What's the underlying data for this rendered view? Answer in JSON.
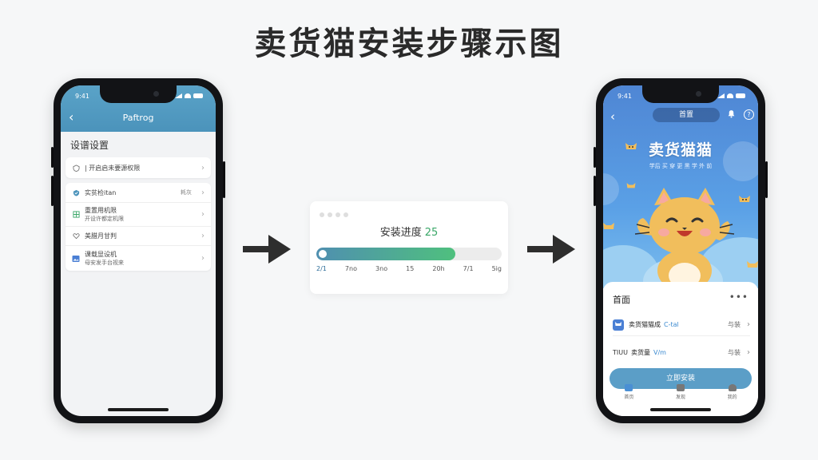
{
  "page_title": "卖货猫安装步骤示图",
  "left_phone": {
    "status_time": "9:41",
    "nav_title": "Paftrog",
    "back": "‹",
    "settings_heading": "设谱设置",
    "rows": [
      {
        "icon": "shield-icon",
        "label": "| 开启启未要源权限"
      },
      {
        "icon": "shield-check-icon",
        "label": "实贫检itan",
        "value": "耗灰"
      },
      {
        "icon": "grid-icon",
        "label": "重置用机限",
        "sub": "开设许都定机限"
      },
      {
        "icon": "heart-icon",
        "label": "美腊月甘判"
      },
      {
        "icon": "image-icon",
        "label": "课载显设机",
        "sub": "母安发手台视来"
      }
    ],
    "chevron": "›"
  },
  "progress": {
    "label": "安装进度",
    "percent_text": "25",
    "value": 0.75,
    "ticks": [
      "2/1",
      "7no",
      "3no",
      "15",
      "20h",
      "7/1",
      "5ig"
    ]
  },
  "right_phone": {
    "status_time": "9:41",
    "back": "‹",
    "pill": "首置",
    "help": "?",
    "hero_title": "卖货猫猫",
    "hero_sub": "学后 买 穿 更 黑 学 外 前",
    "sheet_title": "首面",
    "sheet_more": "•••",
    "list": [
      {
        "label": "卖货猫猫成",
        "code": "C-tal",
        "right": "与装"
      },
      {
        "prefix": "TIUU",
        "label": "卖货童",
        "code": "V/m",
        "right": "与装"
      }
    ],
    "cta": "立即安装",
    "tabs": [
      "首页",
      "发现",
      "我的"
    ]
  },
  "colors": {
    "nav_blue": "#4b93bb",
    "progress_start": "#4f8fb0",
    "progress_end": "#4fc07e",
    "hero_blue": "#5aa0e6",
    "cat": "#f1be5c",
    "cta": "#5b9ec7"
  }
}
